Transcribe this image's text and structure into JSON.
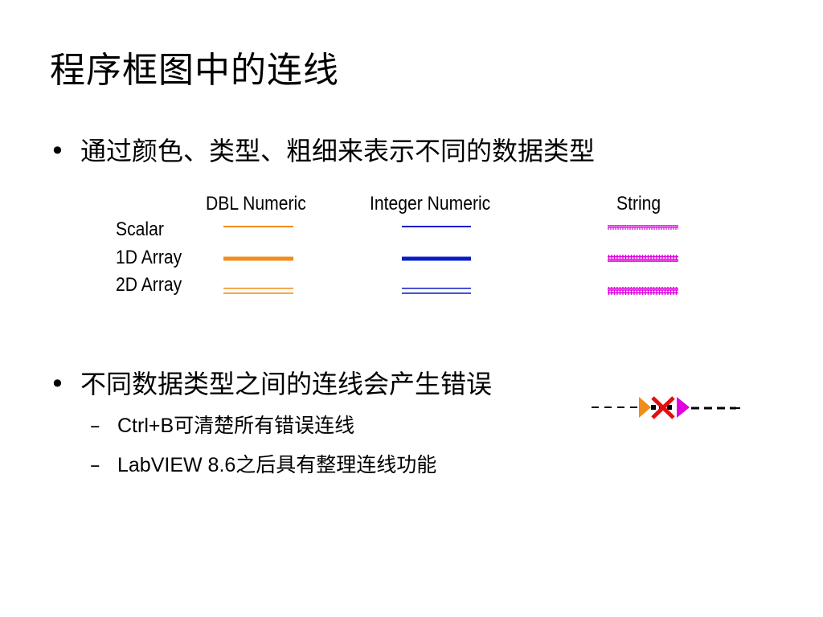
{
  "title": "程序框图中的连线",
  "bullets": [
    "通过颜色、类型、粗细来表示不同的数据类型",
    "不同数据类型之间的连线会产生错误"
  ],
  "bullet_symbol": "•",
  "sub_symbol": "–",
  "sub_bullets": [
    "Ctrl+B可清楚所有错误连线",
    "LabVIEW 8.6之后具有整理连线功能"
  ],
  "wire_table": {
    "columns": [
      "DBL Numeric",
      "Integer Numeric",
      "String"
    ],
    "rows": [
      "Scalar",
      "1D Array",
      "2D Array"
    ]
  },
  "colors": {
    "dbl_orange": "#F28C1A",
    "integer_blue": "#0A1CC8",
    "string_pink": "#E000E0",
    "broken_wire_black": "#000000",
    "error_x_red": "#E01010"
  },
  "icons": [
    "scalar-wire-icon",
    "array-wire-icon",
    "2d-array-wire-icon",
    "broken-wire-icon"
  ]
}
